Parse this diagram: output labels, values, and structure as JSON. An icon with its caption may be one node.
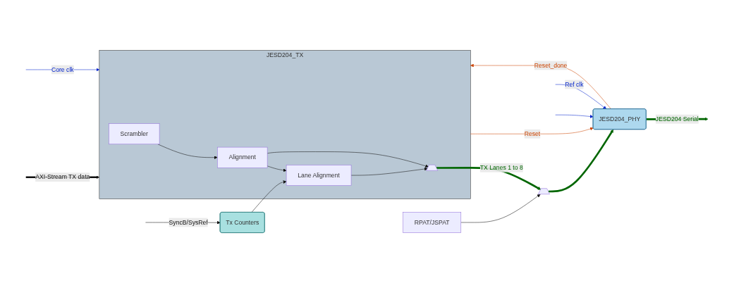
{
  "diagram": {
    "nodes": [
      {
        "text": [
          "JESD204_TX"
        ]
      },
      {
        "text": [
          "Scrambler"
        ],
        "in": 0
      },
      {
        "text": [
          "Alignment"
        ],
        "in": 0
      },
      {
        "text": [
          "Lane Alignment"
        ],
        "in": 0
      },
      {
        "text": [],
        "shape": "trapezoid",
        "in": 0
      },
      {
        "text": [
          "JESD204_PHY"
        ]
      },
      {
        "text": [],
        "shape": "trapezoid"
      },
      {
        "text": [
          "RPAT/JSPAT"
        ]
      },
      {
        "text": [
          "Tx Counters"
        ]
      }
    ],
    "edges": [
      {
        "from": null,
        "to": 5,
        "arrow": "to",
        "label": "Ref clk",
        "color": "#0022cc"
      },
      {
        "from": null,
        "to": 0,
        "arrow": "to",
        "label": "AXI-Stream TX data",
        "style": "thick"
      },
      {
        "from": null,
        "to": 0,
        "arrow": "to",
        "label": "Core clk",
        "color": "#0022cc"
      },
      {
        "from": null,
        "to": 5,
        "arrow": "to",
        "color": "#0022cc"
      },
      {
        "from": 1,
        "to": 2,
        "arrow": "to"
      },
      {
        "from": 2,
        "to": 3,
        "arrow": "to"
      },
      {
        "from": 2,
        "to": 4,
        "arrow": "to"
      },
      {
        "from": 3,
        "to": 4,
        "arrow": "to"
      },
      {
        "from": 4,
        "to": 6,
        "arrow": "to",
        "label": "TX Lanes 1 to 8",
        "style": "thick",
        "color": "#006600"
      },
      {
        "from": 7,
        "to": 6,
        "arrow": "to"
      },
      {
        "from": 6,
        "to": 5,
        "arrow": "to",
        "style": "thick",
        "color": "#006600"
      },
      {
        "from": 5,
        "to": null,
        "arrow": "to",
        "label": "JESD204 Serial",
        "style": "thick",
        "color": "#006600"
      },
      {
        "from": 0,
        "to": 5,
        "arrow": "to",
        "label": "Reset",
        "color": "#cc4400"
      },
      {
        "from": 5,
        "to": 0,
        "arrow": "to",
        "label": "Reset_done",
        "color": "#cc4400"
      },
      {
        "from": null,
        "to": 8,
        "arrow": "to",
        "label": "SyncB/SysRef"
      },
      {
        "from": 8,
        "to": 3,
        "arrow": "to"
      }
    ]
  }
}
